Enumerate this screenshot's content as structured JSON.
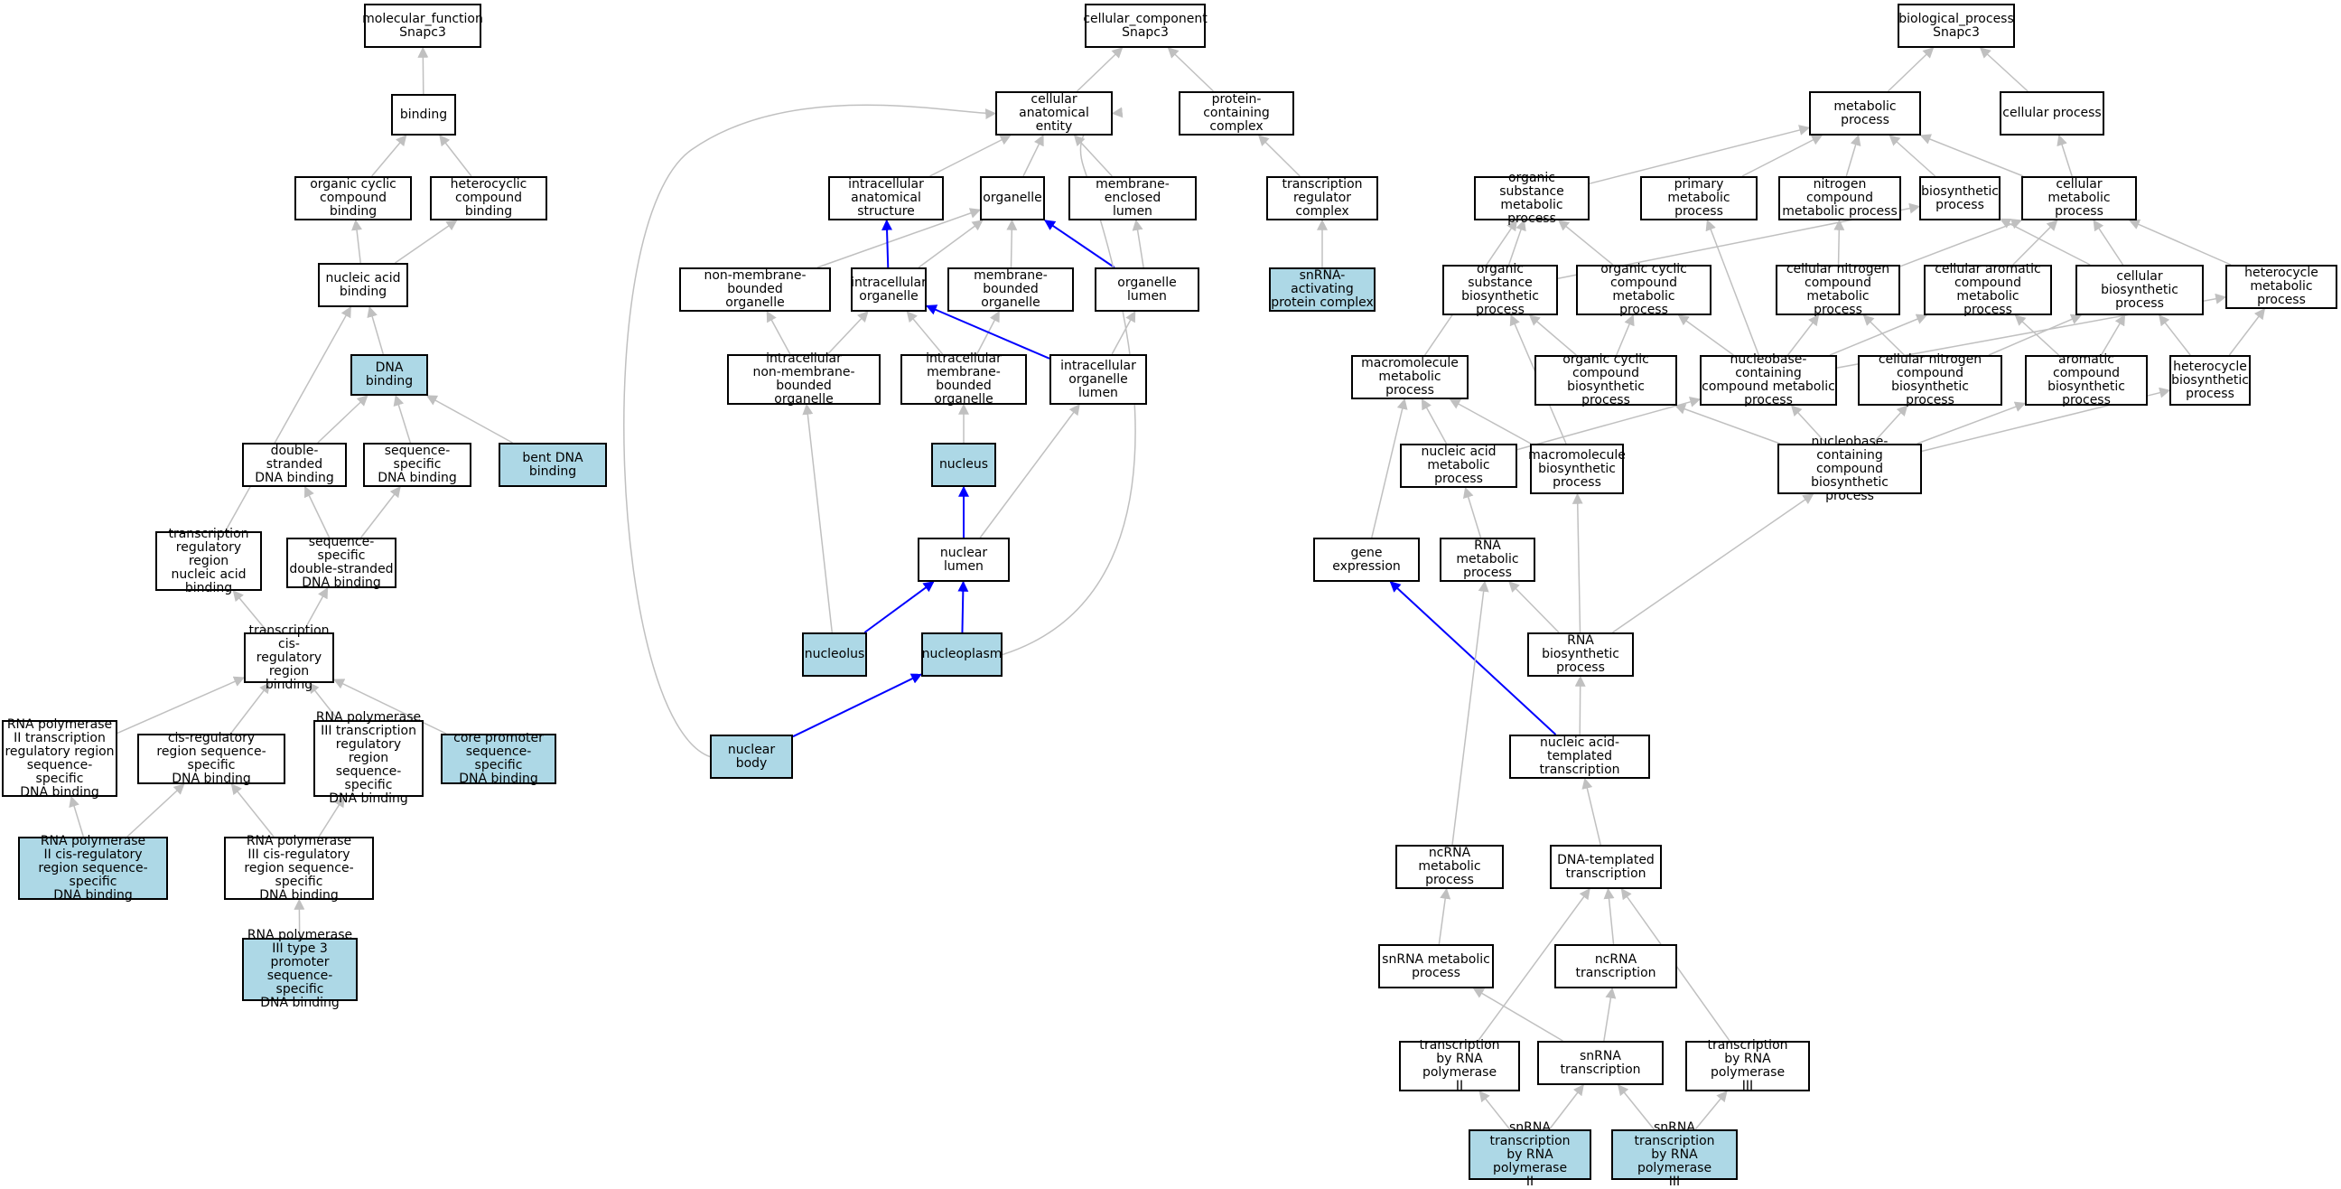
{
  "colors": {
    "highlight": "#add8e6",
    "edge": "#c0c0c0",
    "edge_strong": "#0000ff",
    "border": "#000000"
  },
  "nodes": [
    {
      "id": "mf",
      "label": "molecular_function\nSnapc3",
      "hl": false
    },
    {
      "id": "binding",
      "label": "binding",
      "hl": false
    },
    {
      "id": "org_cyc_cb",
      "label": "organic cyclic\ncompound binding",
      "hl": false
    },
    {
      "id": "het_cb",
      "label": "heterocyclic\ncompound binding",
      "hl": false
    },
    {
      "id": "na_binding",
      "label": "nucleic acid\nbinding",
      "hl": false
    },
    {
      "id": "dna_binding",
      "label": "DNA binding",
      "hl": true
    },
    {
      "id": "ds_dna",
      "label": "double-stranded\nDNA binding",
      "hl": false
    },
    {
      "id": "ss_dna",
      "label": "sequence-specific\nDNA binding",
      "hl": false
    },
    {
      "id": "bent_dna",
      "label": "bent DNA binding",
      "hl": true
    },
    {
      "id": "tr_reg_na",
      "label": "transcription\nregulatory region\nnucleic acid\nbinding",
      "hl": false
    },
    {
      "id": "ss_ds_dna",
      "label": "sequence-specific\ndouble-stranded\nDNA binding",
      "hl": false
    },
    {
      "id": "tcr_binding",
      "label": "transcription\ncis-regulatory\nregion binding",
      "hl": false
    },
    {
      "id": "rnap2_tr",
      "label": "RNA polymerase\nII transcription\nregulatory region\nsequence-specific\nDNA binding",
      "hl": false
    },
    {
      "id": "cis_reg_ss",
      "label": "cis-regulatory\nregion sequence-specific\nDNA binding",
      "hl": false
    },
    {
      "id": "rnap3_tr",
      "label": "RNA polymerase\nIII transcription\nregulatory region\nsequence-specific\nDNA binding",
      "hl": false
    },
    {
      "id": "core_prom",
      "label": "core promoter\nsequence-specific\nDNA binding",
      "hl": true
    },
    {
      "id": "rnap2_cis",
      "label": "RNA polymerase\nII cis-regulatory\nregion sequence-specific\nDNA binding",
      "hl": true
    },
    {
      "id": "rnap3_cis",
      "label": "RNA polymerase\nIII cis-regulatory\nregion sequence-specific\nDNA binding",
      "hl": false
    },
    {
      "id": "rnap3_t3",
      "label": "RNA polymerase\nIII type 3 promoter\nsequence-specific\nDNA binding",
      "hl": true
    },
    {
      "id": "cc",
      "label": "cellular_component\nSnapc3",
      "hl": false
    },
    {
      "id": "cae",
      "label": "cellular anatomical\nentity",
      "hl": false
    },
    {
      "id": "pcc",
      "label": "protein-containing\ncomplex",
      "hl": false
    },
    {
      "id": "trc",
      "label": "transcription\nregulator complex",
      "hl": false
    },
    {
      "id": "snapc",
      "label": "snRNA-activating\nprotein complex",
      "hl": true
    },
    {
      "id": "ias",
      "label": "intracellular\nanatomical structure",
      "hl": false
    },
    {
      "id": "organelle",
      "label": "organelle",
      "hl": false
    },
    {
      "id": "mel",
      "label": "membrane-enclosed\nlumen",
      "hl": false
    },
    {
      "id": "nmbo",
      "label": "non-membrane-bounded\norganelle",
      "hl": false
    },
    {
      "id": "io",
      "label": "intracellular\norganelle",
      "hl": false
    },
    {
      "id": "mbo",
      "label": "membrane-bounded\norganelle",
      "hl": false
    },
    {
      "id": "ol",
      "label": "organelle lumen",
      "hl": false
    },
    {
      "id": "inmbo",
      "label": "intracellular\nnon-membrane-bounded\norganelle",
      "hl": false
    },
    {
      "id": "imbo",
      "label": "intracellular\nmembrane-bounded\norganelle",
      "hl": false
    },
    {
      "id": "iol",
      "label": "intracellular\norganelle lumen",
      "hl": false
    },
    {
      "id": "nucleus",
      "label": "nucleus",
      "hl": true
    },
    {
      "id": "nl",
      "label": "nuclear lumen",
      "hl": false
    },
    {
      "id": "nucleolus",
      "label": "nucleolus",
      "hl": true
    },
    {
      "id": "nucleoplasm",
      "label": "nucleoplasm",
      "hl": true
    },
    {
      "id": "nb",
      "label": "nuclear body",
      "hl": true
    },
    {
      "id": "bp",
      "label": "biological_process\nSnapc3",
      "hl": false
    },
    {
      "id": "mp",
      "label": "metabolic process",
      "hl": false
    },
    {
      "id": "cp",
      "label": "cellular process",
      "hl": false
    },
    {
      "id": "osmp",
      "label": "organic substance\nmetabolic process",
      "hl": false
    },
    {
      "id": "pmp",
      "label": "primary metabolic\nprocess",
      "hl": false
    },
    {
      "id": "ncmp",
      "label": "nitrogen compound\nmetabolic process",
      "hl": false
    },
    {
      "id": "bsp",
      "label": "biosynthetic\nprocess",
      "hl": false
    },
    {
      "id": "cmp",
      "label": "cellular metabolic\nprocess",
      "hl": false
    },
    {
      "id": "osbp",
      "label": "organic substance\nbiosynthetic\nprocess",
      "hl": false
    },
    {
      "id": "occmp",
      "label": "organic cyclic\ncompound metabolic\nprocess",
      "hl": false
    },
    {
      "id": "cncmp",
      "label": "cellular nitrogen\ncompound metabolic\nprocess",
      "hl": false
    },
    {
      "id": "cacmp",
      "label": "cellular aromatic\ncompound metabolic\nprocess",
      "hl": false
    },
    {
      "id": "cbp",
      "label": "cellular biosynthetic\nprocess",
      "hl": false
    },
    {
      "id": "hmp",
      "label": "heterocycle\nmetabolic process",
      "hl": false
    },
    {
      "id": "mmp",
      "label": "macromolecule\nmetabolic process",
      "hl": false
    },
    {
      "id": "occbp",
      "label": "organic cyclic\ncompound biosynthetic\nprocess",
      "hl": false
    },
    {
      "id": "nbcmp",
      "label": "nucleobase-containing\ncompound metabolic\nprocess",
      "hl": false
    },
    {
      "id": "cncbp",
      "label": "cellular nitrogen\ncompound biosynthetic\nprocess",
      "hl": false
    },
    {
      "id": "acbp",
      "label": "aromatic compound\nbiosynthetic\nprocess",
      "hl": false
    },
    {
      "id": "hbp",
      "label": "heterocycle\nbiosynthetic\nprocess",
      "hl": false
    },
    {
      "id": "namp",
      "label": "nucleic acid\nmetabolic process",
      "hl": false
    },
    {
      "id": "mbp",
      "label": "macromolecule\nbiosynthetic\nprocess",
      "hl": false
    },
    {
      "id": "nbcbp",
      "label": "nucleobase-containing\ncompound biosynthetic\nprocess",
      "hl": false
    },
    {
      "id": "ge",
      "label": "gene expression",
      "hl": false
    },
    {
      "id": "rnamp",
      "label": "RNA metabolic\nprocess",
      "hl": false
    },
    {
      "id": "rnabp",
      "label": "RNA biosynthetic\nprocess",
      "hl": false
    },
    {
      "id": "natt",
      "label": "nucleic acid-templated\ntranscription",
      "hl": false
    },
    {
      "id": "ncrnamp",
      "label": "ncRNA metabolic\nprocess",
      "hl": false
    },
    {
      "id": "dtt",
      "label": "DNA-templated\ntranscription",
      "hl": false
    },
    {
      "id": "snrnamp",
      "label": "snRNA metabolic\nprocess",
      "hl": false
    },
    {
      "id": "ncrnat",
      "label": "ncRNA transcription",
      "hl": false
    },
    {
      "id": "trp2",
      "label": "transcription\nby RNA polymerase\nII",
      "hl": false
    },
    {
      "id": "snrnat",
      "label": "snRNA transcription",
      "hl": false
    },
    {
      "id": "trp3",
      "label": "transcription\nby RNA polymerase\nIII",
      "hl": false
    },
    {
      "id": "snrnat2",
      "label": "snRNA transcription\nby RNA polymerase\nII",
      "hl": true
    },
    {
      "id": "snrnat3",
      "label": "snRNA transcription\nby RNA polymerase\nIII",
      "hl": true
    }
  ],
  "edges": [
    {
      "from": "binding",
      "to": "mf"
    },
    {
      "from": "org_cyc_cb",
      "to": "binding"
    },
    {
      "from": "het_cb",
      "to": "binding"
    },
    {
      "from": "na_binding",
      "to": "org_cyc_cb"
    },
    {
      "from": "na_binding",
      "to": "het_cb"
    },
    {
      "from": "dna_binding",
      "to": "na_binding"
    },
    {
      "from": "ds_dna",
      "to": "dna_binding"
    },
    {
      "from": "ss_dna",
      "to": "dna_binding"
    },
    {
      "from": "bent_dna",
      "to": "dna_binding"
    },
    {
      "from": "tr_reg_na",
      "to": "na_binding"
    },
    {
      "from": "ss_ds_dna",
      "to": "ds_dna"
    },
    {
      "from": "ss_ds_dna",
      "to": "ss_dna"
    },
    {
      "from": "tcr_binding",
      "to": "tr_reg_na"
    },
    {
      "from": "tcr_binding",
      "to": "ss_ds_dna"
    },
    {
      "from": "rnap2_tr",
      "to": "tcr_binding"
    },
    {
      "from": "cis_reg_ss",
      "to": "tcr_binding"
    },
    {
      "from": "rnap3_tr",
      "to": "tcr_binding"
    },
    {
      "from": "core_prom",
      "to": "tcr_binding"
    },
    {
      "from": "rnap2_cis",
      "to": "rnap2_tr"
    },
    {
      "from": "rnap2_cis",
      "to": "cis_reg_ss"
    },
    {
      "from": "rnap3_cis",
      "to": "cis_reg_ss"
    },
    {
      "from": "rnap3_cis",
      "to": "rnap3_tr"
    },
    {
      "from": "rnap3_t3",
      "to": "rnap3_cis"
    },
    {
      "from": "cae",
      "to": "cc"
    },
    {
      "from": "pcc",
      "to": "cc"
    },
    {
      "from": "trc",
      "to": "pcc"
    },
    {
      "from": "snapc",
      "to": "trc"
    },
    {
      "from": "ias",
      "to": "cae"
    },
    {
      "from": "organelle",
      "to": "cae"
    },
    {
      "from": "mel",
      "to": "cae"
    },
    {
      "from": "nmbo",
      "to": "organelle"
    },
    {
      "from": "io",
      "to": "ias",
      "strong": true
    },
    {
      "from": "io",
      "to": "organelle"
    },
    {
      "from": "mbo",
      "to": "organelle"
    },
    {
      "from": "ol",
      "to": "organelle",
      "strong": true
    },
    {
      "from": "ol",
      "to": "mel"
    },
    {
      "from": "inmbo",
      "to": "nmbo"
    },
    {
      "from": "inmbo",
      "to": "io"
    },
    {
      "from": "imbo",
      "to": "io"
    },
    {
      "from": "imbo",
      "to": "mbo"
    },
    {
      "from": "iol",
      "to": "io",
      "strong": true
    },
    {
      "from": "iol",
      "to": "ol"
    },
    {
      "from": "nucleus",
      "to": "imbo"
    },
    {
      "from": "nl",
      "to": "nucleus",
      "strong": true
    },
    {
      "from": "nl",
      "to": "iol"
    },
    {
      "from": "nucleolus",
      "to": "nl",
      "strong": true
    },
    {
      "from": "nucleolus",
      "to": "inmbo"
    },
    {
      "from": "nucleoplasm",
      "to": "nl",
      "strong": true
    },
    {
      "from": "nucleoplasm",
      "to": "cae",
      "curve": "right"
    },
    {
      "from": "nb",
      "to": "nucleoplasm",
      "strong": true
    },
    {
      "from": "nb",
      "to": "cae",
      "curve": "left"
    },
    {
      "from": "mp",
      "to": "bp"
    },
    {
      "from": "cp",
      "to": "bp"
    },
    {
      "from": "osmp",
      "to": "mp"
    },
    {
      "from": "pmp",
      "to": "mp"
    },
    {
      "from": "ncmp",
      "to": "mp"
    },
    {
      "from": "bsp",
      "to": "mp"
    },
    {
      "from": "cmp",
      "to": "mp"
    },
    {
      "from": "cmp",
      "to": "cp"
    },
    {
      "from": "osbp",
      "to": "osmp"
    },
    {
      "from": "osbp",
      "to": "bsp"
    },
    {
      "from": "occmp",
      "to": "osmp"
    },
    {
      "from": "cncmp",
      "to": "ncmp"
    },
    {
      "from": "cncmp",
      "to": "cmp"
    },
    {
      "from": "cacmp",
      "to": "cmp"
    },
    {
      "from": "cbp",
      "to": "bsp"
    },
    {
      "from": "cbp",
      "to": "cmp"
    },
    {
      "from": "hmp",
      "to": "cmp"
    },
    {
      "from": "mmp",
      "to": "osmp"
    },
    {
      "from": "occbp",
      "to": "osbp"
    },
    {
      "from": "occbp",
      "to": "occmp"
    },
    {
      "from": "nbcmp",
      "to": "occmp"
    },
    {
      "from": "nbcmp",
      "to": "cncmp"
    },
    {
      "from": "nbcmp",
      "to": "cacmp"
    },
    {
      "from": "nbcmp",
      "to": "hmp"
    },
    {
      "from": "nbcmp",
      "to": "pmp"
    },
    {
      "from": "cncbp",
      "to": "cncmp"
    },
    {
      "from": "cncbp",
      "to": "cbp"
    },
    {
      "from": "acbp",
      "to": "cacmp"
    },
    {
      "from": "acbp",
      "to": "cbp"
    },
    {
      "from": "hbp",
      "to": "hmp"
    },
    {
      "from": "hbp",
      "to": "cbp"
    },
    {
      "from": "namp",
      "to": "mmp"
    },
    {
      "from": "namp",
      "to": "nbcmp"
    },
    {
      "from": "mbp",
      "to": "mmp"
    },
    {
      "from": "mbp",
      "to": "osbp"
    },
    {
      "from": "nbcbp",
      "to": "nbcmp"
    },
    {
      "from": "nbcbp",
      "to": "occbp"
    },
    {
      "from": "nbcbp",
      "to": "cncbp"
    },
    {
      "from": "nbcbp",
      "to": "acbp"
    },
    {
      "from": "nbcbp",
      "to": "hbp"
    },
    {
      "from": "ge",
      "to": "mmp"
    },
    {
      "from": "rnamp",
      "to": "namp"
    },
    {
      "from": "rnabp",
      "to": "rnamp"
    },
    {
      "from": "rnabp",
      "to": "mbp"
    },
    {
      "from": "rnabp",
      "to": "nbcbp"
    },
    {
      "from": "natt",
      "to": "rnabp"
    },
    {
      "from": "natt",
      "to": "ge",
      "strong": true
    },
    {
      "from": "ncrnamp",
      "to": "rnamp"
    },
    {
      "from": "dtt",
      "to": "natt"
    },
    {
      "from": "snrnamp",
      "to": "ncrnamp"
    },
    {
      "from": "ncrnat",
      "to": "dtt"
    },
    {
      "from": "trp2",
      "to": "dtt"
    },
    {
      "from": "snrnat",
      "to": "ncrnat"
    },
    {
      "from": "snrnat",
      "to": "snrnamp"
    },
    {
      "from": "trp3",
      "to": "dtt"
    },
    {
      "from": "snrnat2",
      "to": "trp2"
    },
    {
      "from": "snrnat2",
      "to": "snrnat"
    },
    {
      "from": "snrnat3",
      "to": "snrnat"
    },
    {
      "from": "snrnat3",
      "to": "trp3"
    }
  ]
}
